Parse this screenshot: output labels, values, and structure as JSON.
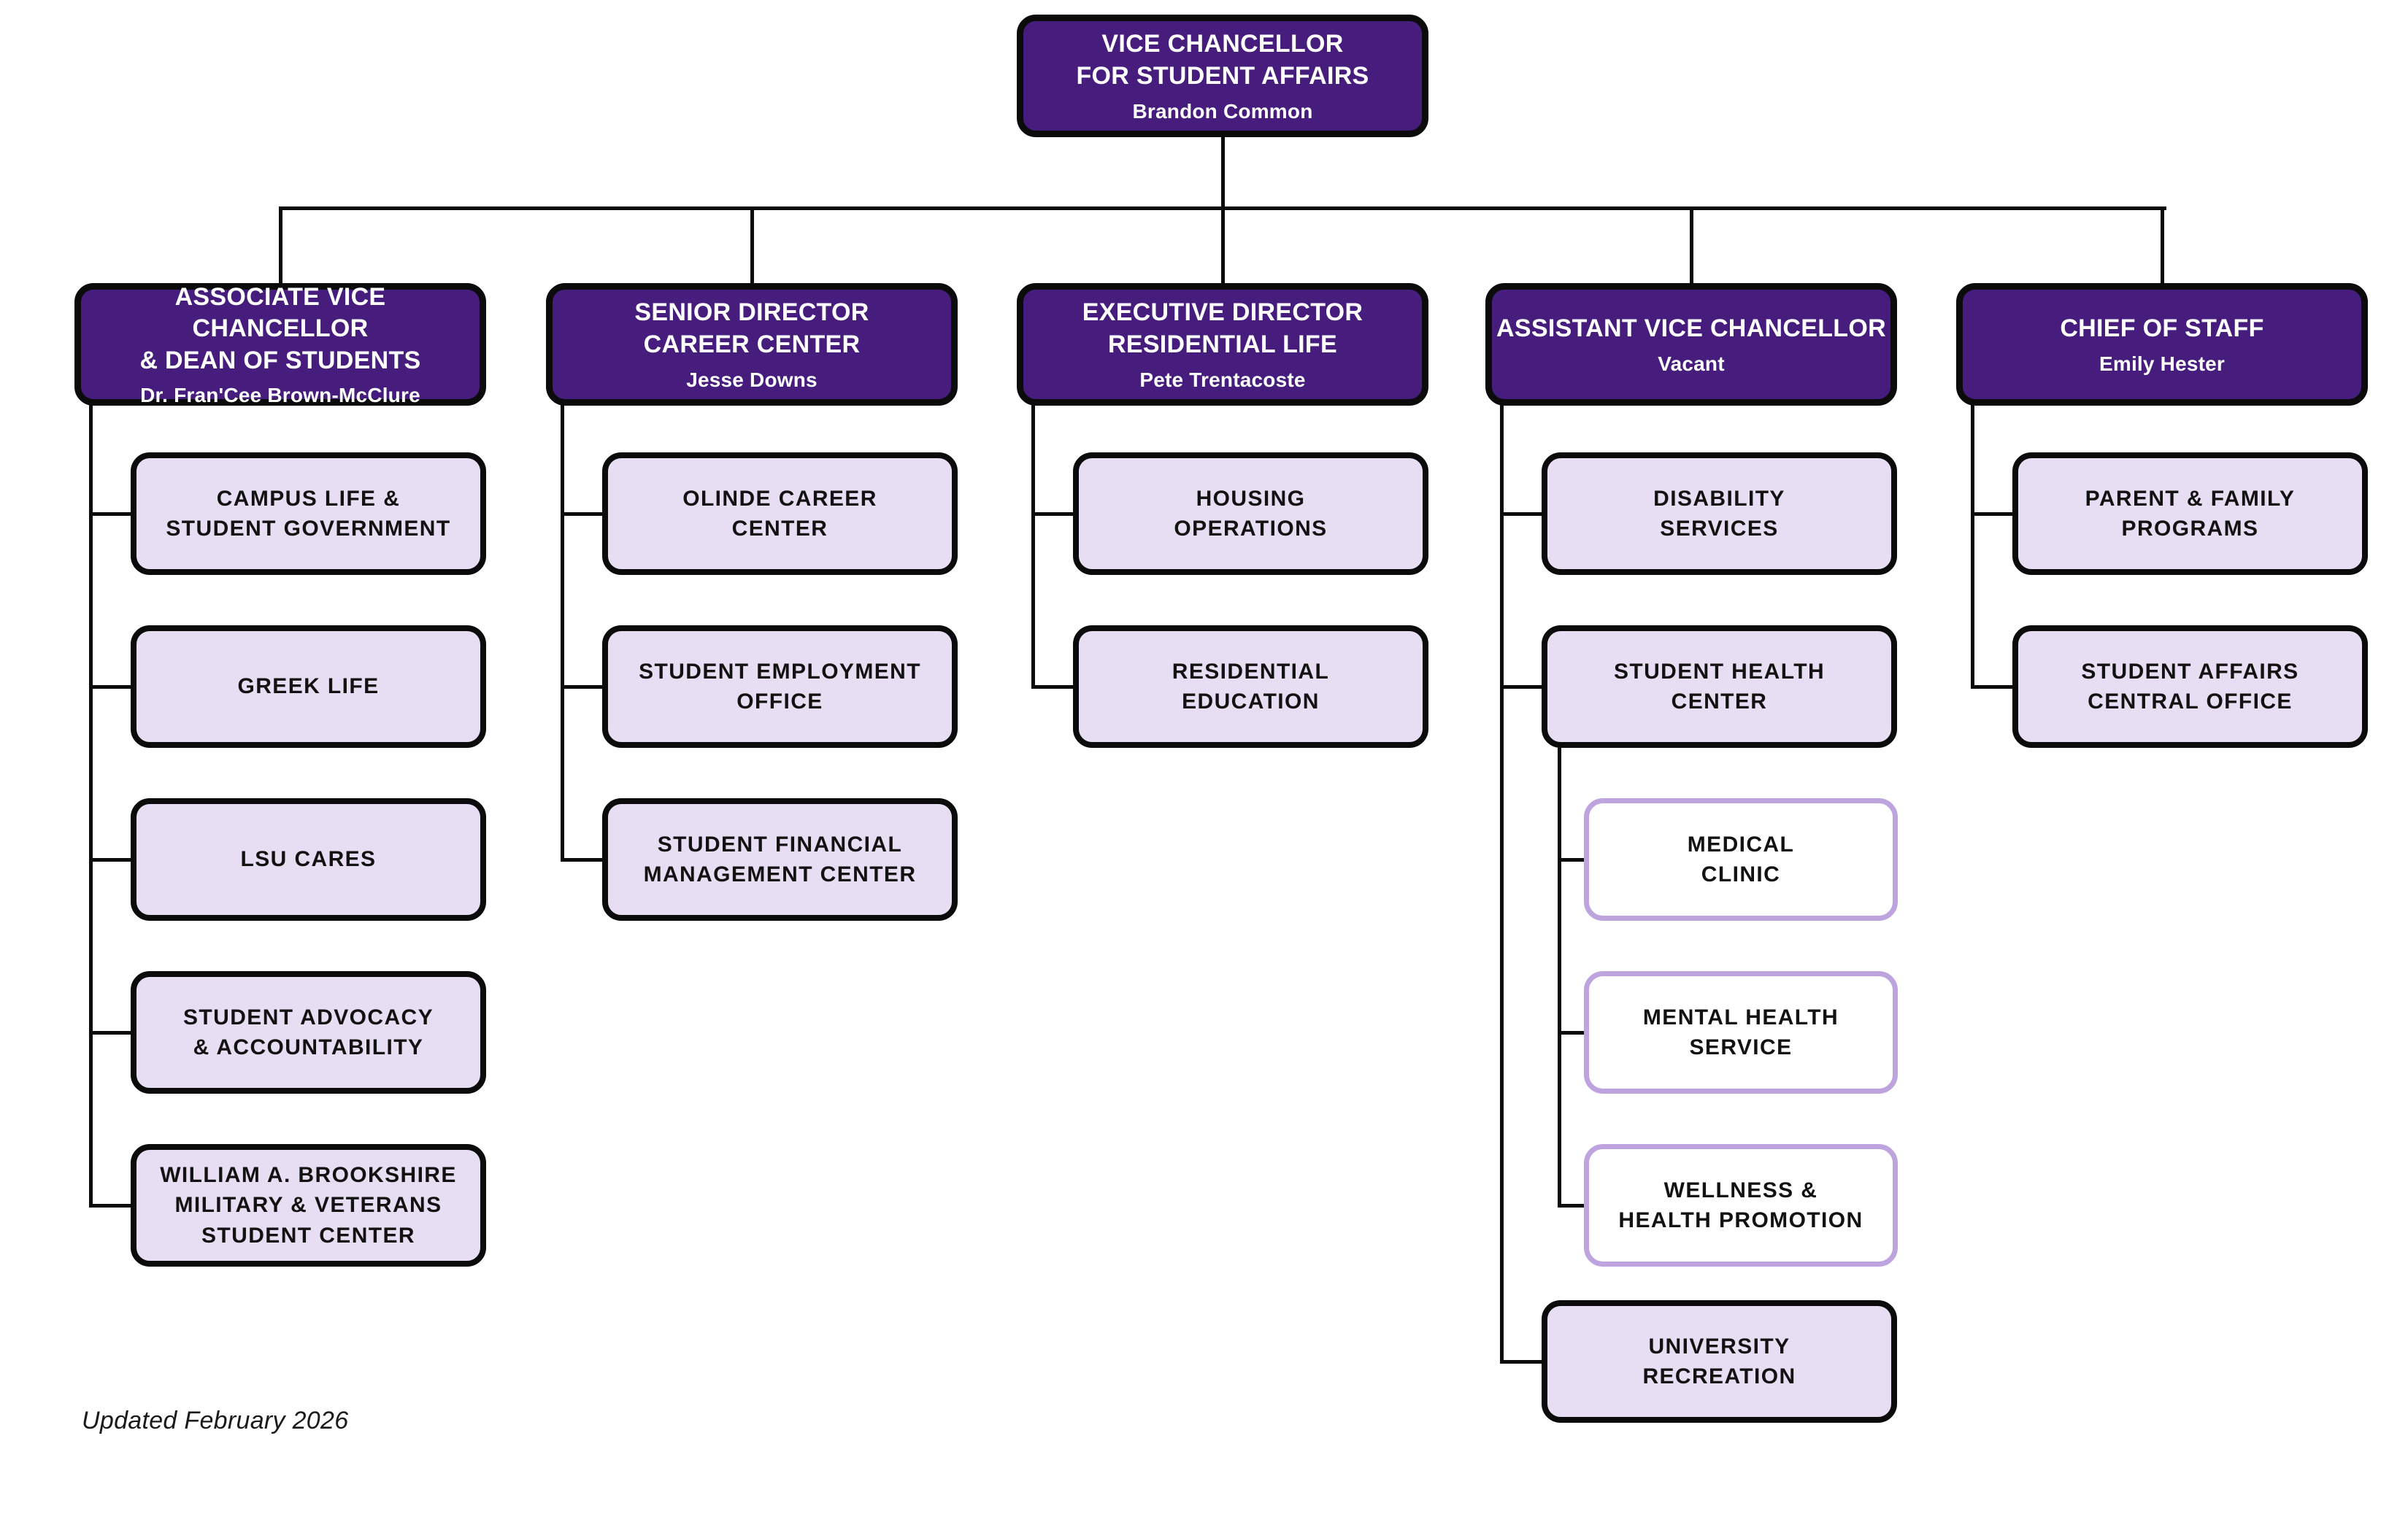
{
  "footer": {
    "updated_note": "Updated February 2026"
  },
  "colors": {
    "header_purple": "#461D7C",
    "child_lavender": "#E8DEF3",
    "sub_box_border": "#BDA4DF",
    "line_black": "#0b0b0b",
    "header_text": "#ffffff",
    "child_text": "#121212"
  },
  "chart": {
    "root": {
      "title": "VICE CHANCELLOR\nFOR STUDENT AFFAIRS",
      "name": "Brandon Common"
    },
    "branches": [
      {
        "title": "ASSOCIATE VICE CHANCELLOR\n& DEAN OF STUDENTS",
        "name": "Dr. Fran'Cee Brown-McClure",
        "children": [
          {
            "label": "CAMPUS LIFE &\nSTUDENT GOVERNMENT"
          },
          {
            "label": "GREEK LIFE"
          },
          {
            "label": "LSU CARES"
          },
          {
            "label": "STUDENT ADVOCACY\n& ACCOUNTABILITY"
          },
          {
            "label": "WILLIAM A. BROOKSHIRE\nMILITARY & VETERANS\nSTUDENT CENTER"
          }
        ]
      },
      {
        "title": "SENIOR DIRECTOR\nCAREER CENTER",
        "name": "Jesse Downs",
        "children": [
          {
            "label": "OLINDE CAREER\nCENTER"
          },
          {
            "label": "STUDENT EMPLOYMENT\nOFFICE"
          },
          {
            "label": "STUDENT FINANCIAL\nMANAGEMENT CENTER"
          }
        ]
      },
      {
        "title": "EXECUTIVE DIRECTOR\nRESIDENTIAL LIFE",
        "name": "Pete Trentacoste",
        "children": [
          {
            "label": "HOUSING\nOPERATIONS"
          },
          {
            "label": "RESIDENTIAL\nEDUCATION"
          }
        ]
      },
      {
        "title": "ASSISTANT VICE CHANCELLOR",
        "name": "Vacant",
        "children": [
          {
            "label": "DISABILITY\nSERVICES"
          },
          {
            "label": "STUDENT HEALTH\nCENTER",
            "children": [
              {
                "label": "MEDICAL\nCLINIC"
              },
              {
                "label": "MENTAL HEALTH\nSERVICE"
              },
              {
                "label": "WELLNESS &\nHEALTH PROMOTION"
              }
            ]
          },
          {
            "label": "UNIVERSITY\nRECREATION"
          }
        ]
      },
      {
        "title": "CHIEF OF STAFF",
        "name": "Emily Hester",
        "children": [
          {
            "label": "PARENT & FAMILY\nPROGRAMS"
          },
          {
            "label": "STUDENT AFFAIRS\nCENTRAL OFFICE"
          }
        ]
      }
    ]
  }
}
